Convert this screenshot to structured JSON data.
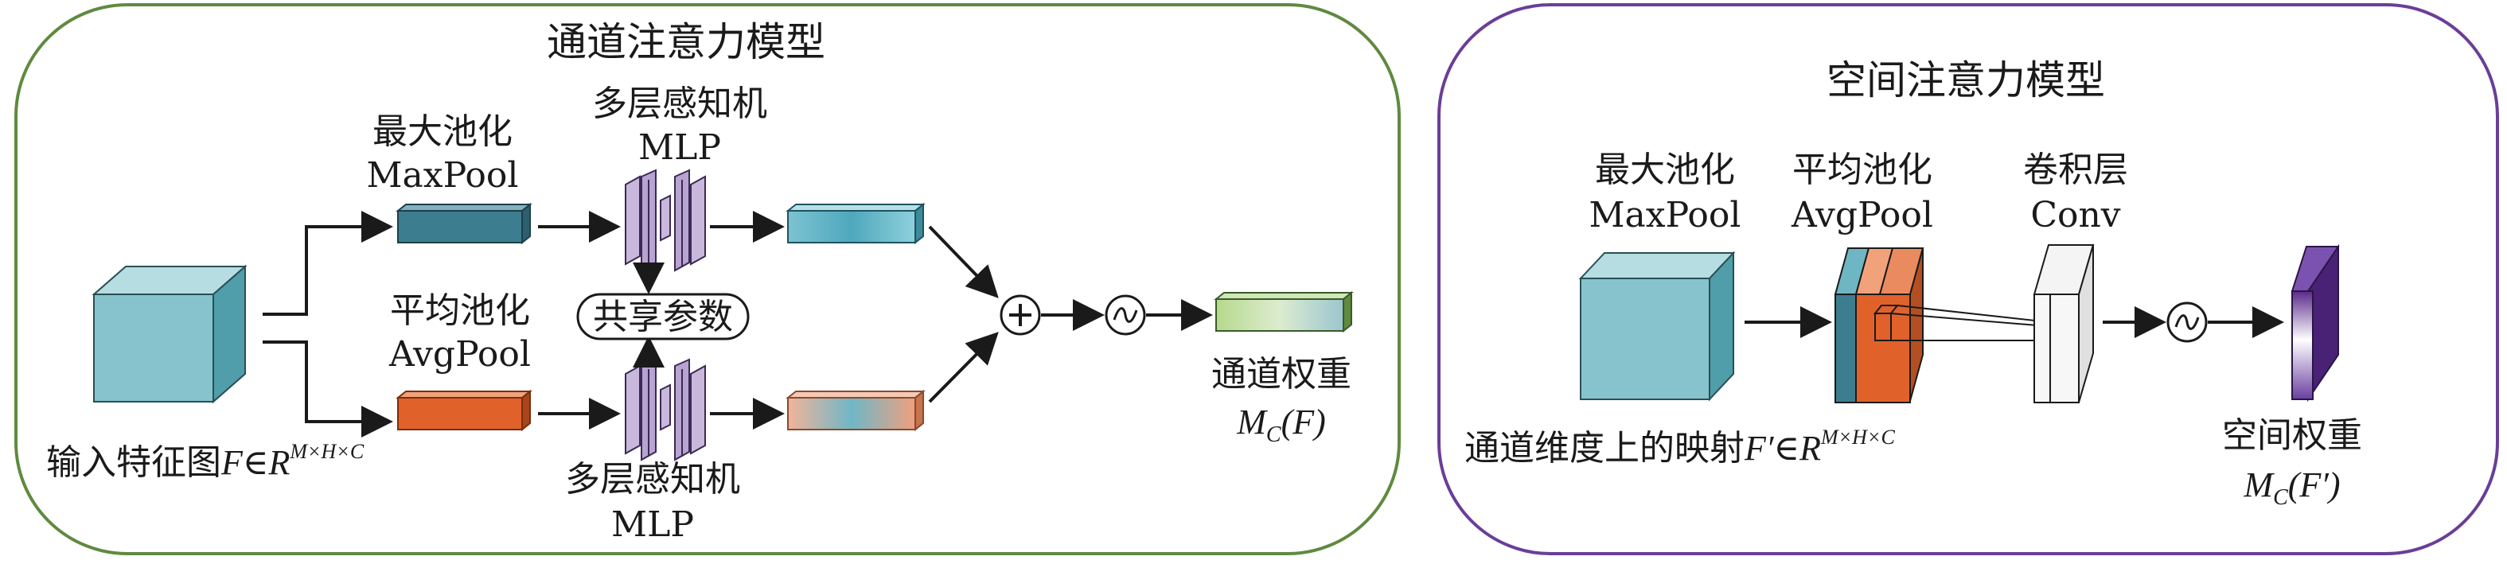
{
  "colors": {
    "channel_border": "#5f8a3f",
    "spatial_border": "#6a3e98",
    "cube_front": "#86c3cd",
    "cube_top": "#b5dde2",
    "cube_side": "#4f9eaa",
    "maxpool_front": "#3c7e90",
    "avgpool_front": "#e0622a",
    "mlp_fill": "#c9b8dc",
    "weight_green": "#9bc57a",
    "spatial_weight_purple": "#5a2a8a"
  },
  "channel_module": {
    "title": "通道注意力模型",
    "input_label_text": "输入特征图",
    "input_label_math": "F∈R",
    "input_label_sup": "M×H×C",
    "maxpool_cn": "最大池化",
    "maxpool_en": "MaxPool",
    "avgpool_cn": "平均池化",
    "avgpool_en": "AvgPool",
    "mlp_top_cn": "多层感知机",
    "mlp_top_en": "MLP",
    "mlp_bottom_cn": "多层感知机",
    "mlp_bottom_en": "MLP",
    "shared_params": "共享参数",
    "sum_symbol": "⊕",
    "sigmoid_symbol": "~",
    "output_cn": "通道权重",
    "output_math": "M",
    "output_sub": "C",
    "output_arg": "(F)"
  },
  "spatial_module": {
    "title": "空间注意力模型",
    "maxpool_cn": "最大池化",
    "maxpool_en": "MaxPool",
    "avgpool_cn": "平均池化",
    "avgpool_en": "AvgPool",
    "conv_cn": "卷积层",
    "conv_en": "Conv",
    "input_label_text": "通道维度上的映射",
    "input_label_math": "F′∈R",
    "input_label_sup": "M×H×C",
    "sigmoid_symbol": "~",
    "output_cn": "空间权重",
    "output_math": "M",
    "output_sub": "C",
    "output_arg": "(F′)"
  }
}
